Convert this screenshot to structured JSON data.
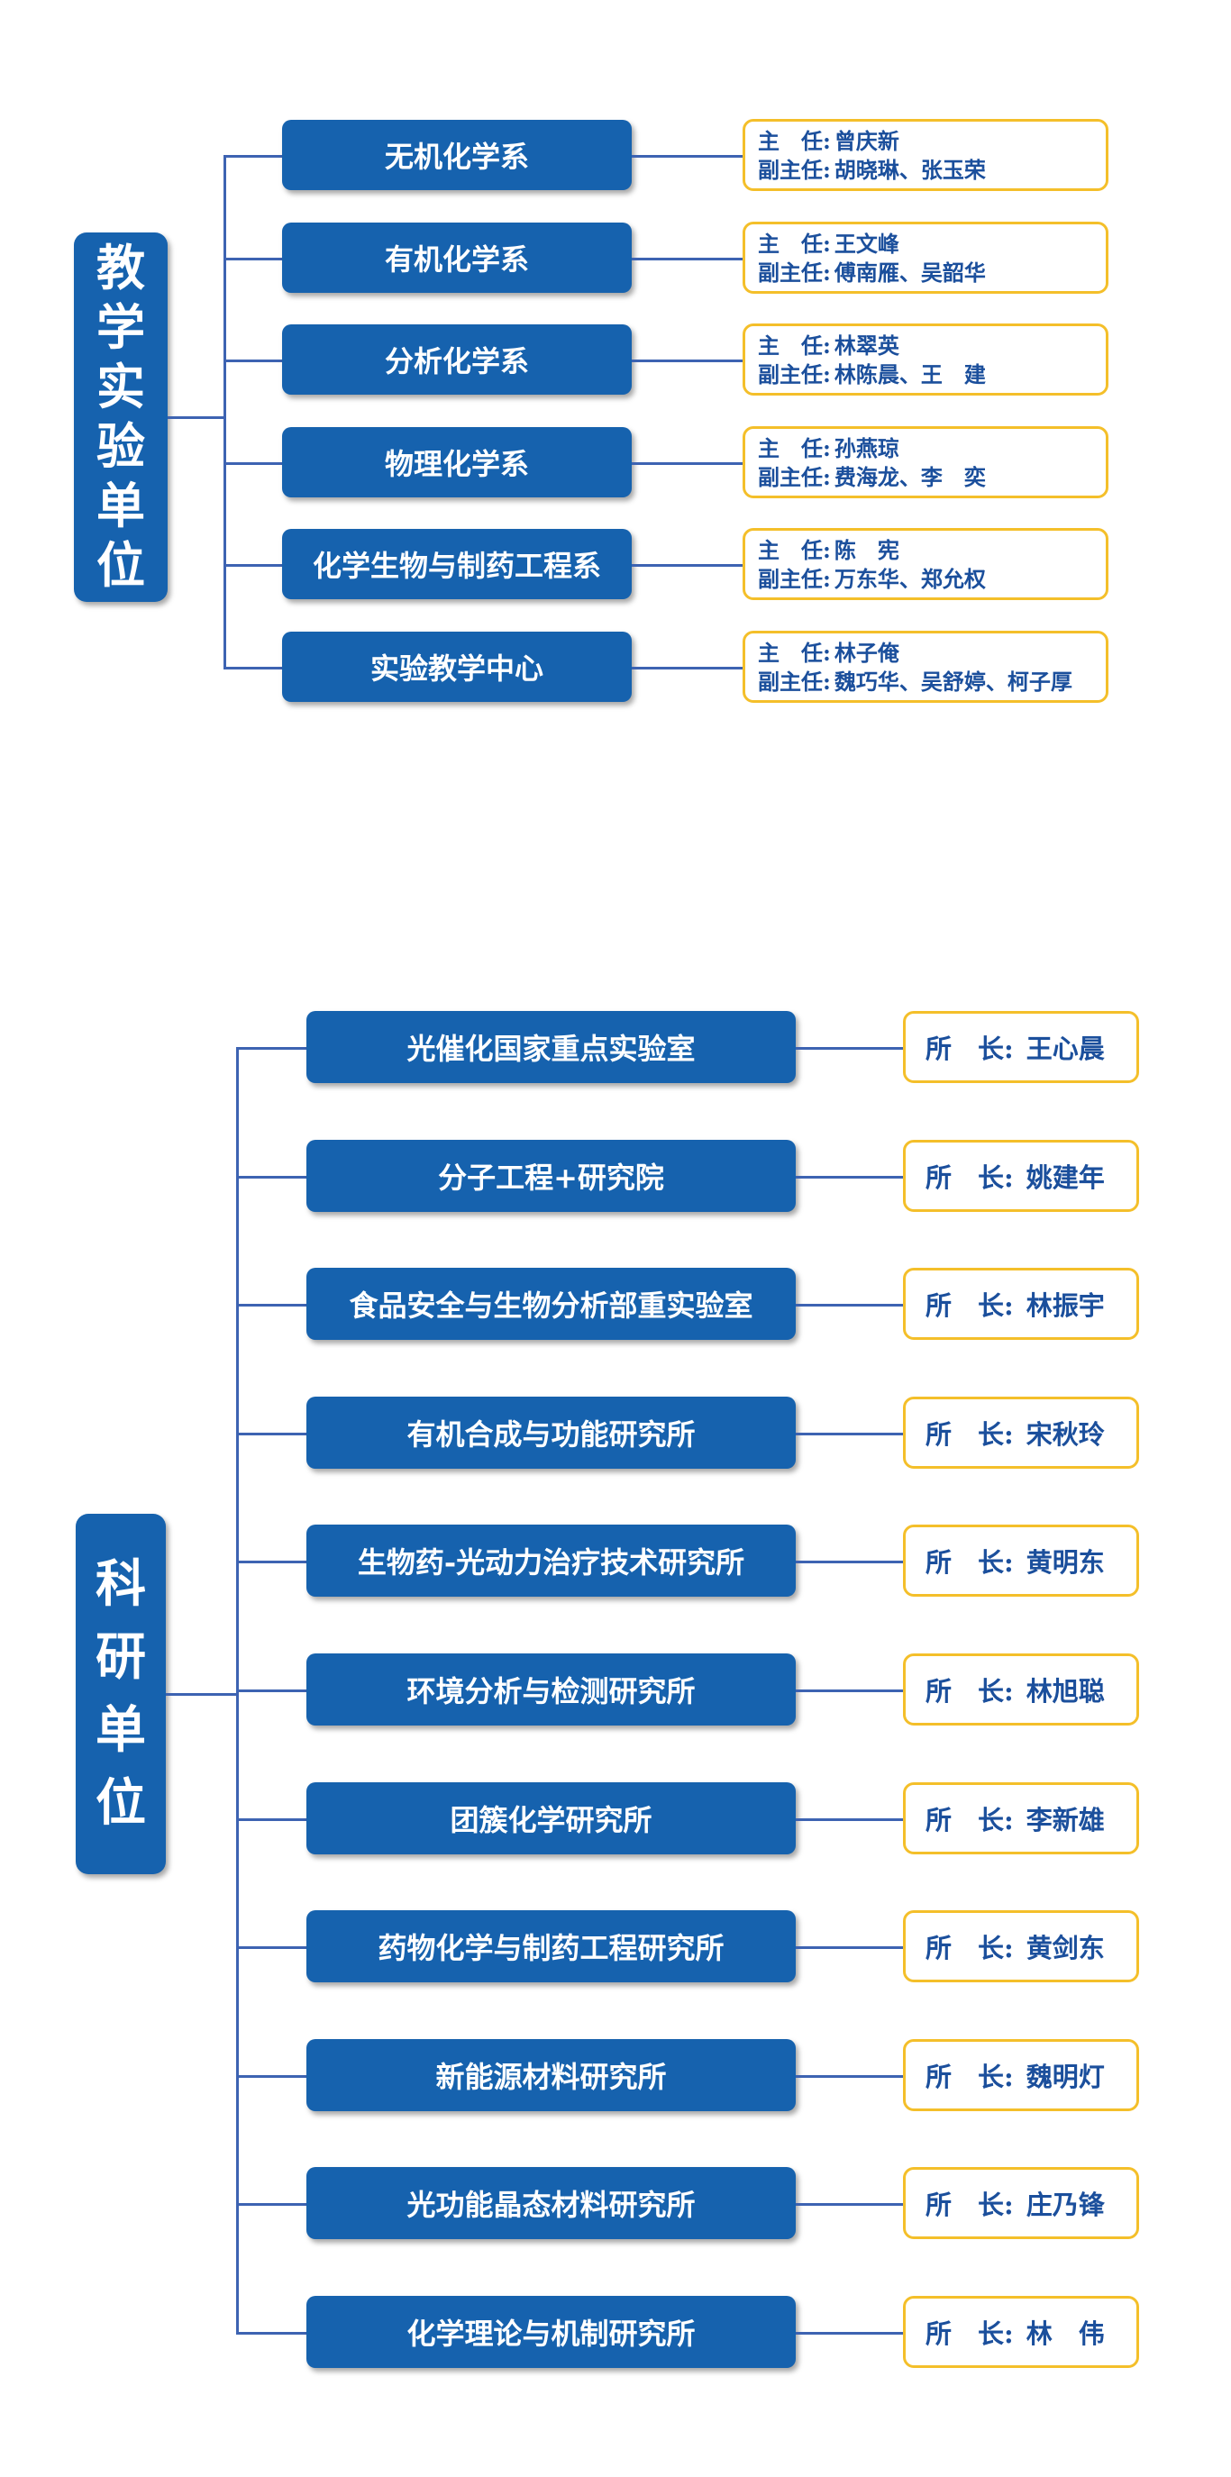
{
  "teaching": {
    "root_chars": [
      "教",
      "学",
      "实",
      "验",
      "单",
      "位"
    ],
    "units": [
      {
        "name": "无机化学系",
        "director_label": "主　任:",
        "director": "曾庆新",
        "deputy_label": "副主任:",
        "deputies": "胡晓琳、张玉荣"
      },
      {
        "name": "有机化学系",
        "director_label": "主　任:",
        "director": "王文峰",
        "deputy_label": "副主任:",
        "deputies": "傅南雁、吴韶华"
      },
      {
        "name": "分析化学系",
        "director_label": "主　任:",
        "director": "林翠英",
        "deputy_label": "副主任:",
        "deputies": "林陈晨、王　建"
      },
      {
        "name": "物理化学系",
        "director_label": "主　任:",
        "director": "孙燕琼",
        "deputy_label": "副主任:",
        "deputies": "费海龙、李　奕"
      },
      {
        "name": "化学生物与制药工程系",
        "director_label": "主　任:",
        "director": "陈　宪",
        "deputy_label": "副主任:",
        "deputies": "万东华、郑允权"
      },
      {
        "name": "实验教学中心",
        "director_label": "主　任:",
        "director": "林子俺",
        "deputy_label": "副主任:",
        "deputies": "魏巧华、吴舒婷、柯子厚"
      }
    ]
  },
  "research": {
    "root_chars": [
      "科",
      "研",
      "单",
      "位"
    ],
    "units": [
      {
        "name": "光催化国家重点实验室",
        "head_label": "所　长:",
        "head": "王心晨"
      },
      {
        "name": "分子工程+研究院",
        "head_label": "所　长:",
        "head": "姚建年"
      },
      {
        "name": "食品安全与生物分析部重实验室",
        "head_label": "所　长:",
        "head": "林振宇"
      },
      {
        "name": "有机合成与功能研究所",
        "head_label": "所　长:",
        "head": "宋秋玲"
      },
      {
        "name": "生物药-光动力治疗技术研究所",
        "head_label": "所　长:",
        "head": "黄明东"
      },
      {
        "name": "环境分析与检测研究所",
        "head_label": "所　长:",
        "head": "林旭聪"
      },
      {
        "name": "团簇化学研究所",
        "head_label": "所　长:",
        "head": "李新雄"
      },
      {
        "name": "药物化学与制药工程研究所",
        "head_label": "所　长:",
        "head": "黄剑东"
      },
      {
        "name": "新能源材料研究所",
        "head_label": "所　长:",
        "head": "魏明灯"
      },
      {
        "name": "光功能晶态材料研究所",
        "head_label": "所　长:",
        "head": "庄乃锋"
      },
      {
        "name": "化学理论与机制研究所",
        "head_label": "所　长:",
        "head": "林　伟"
      }
    ]
  }
}
